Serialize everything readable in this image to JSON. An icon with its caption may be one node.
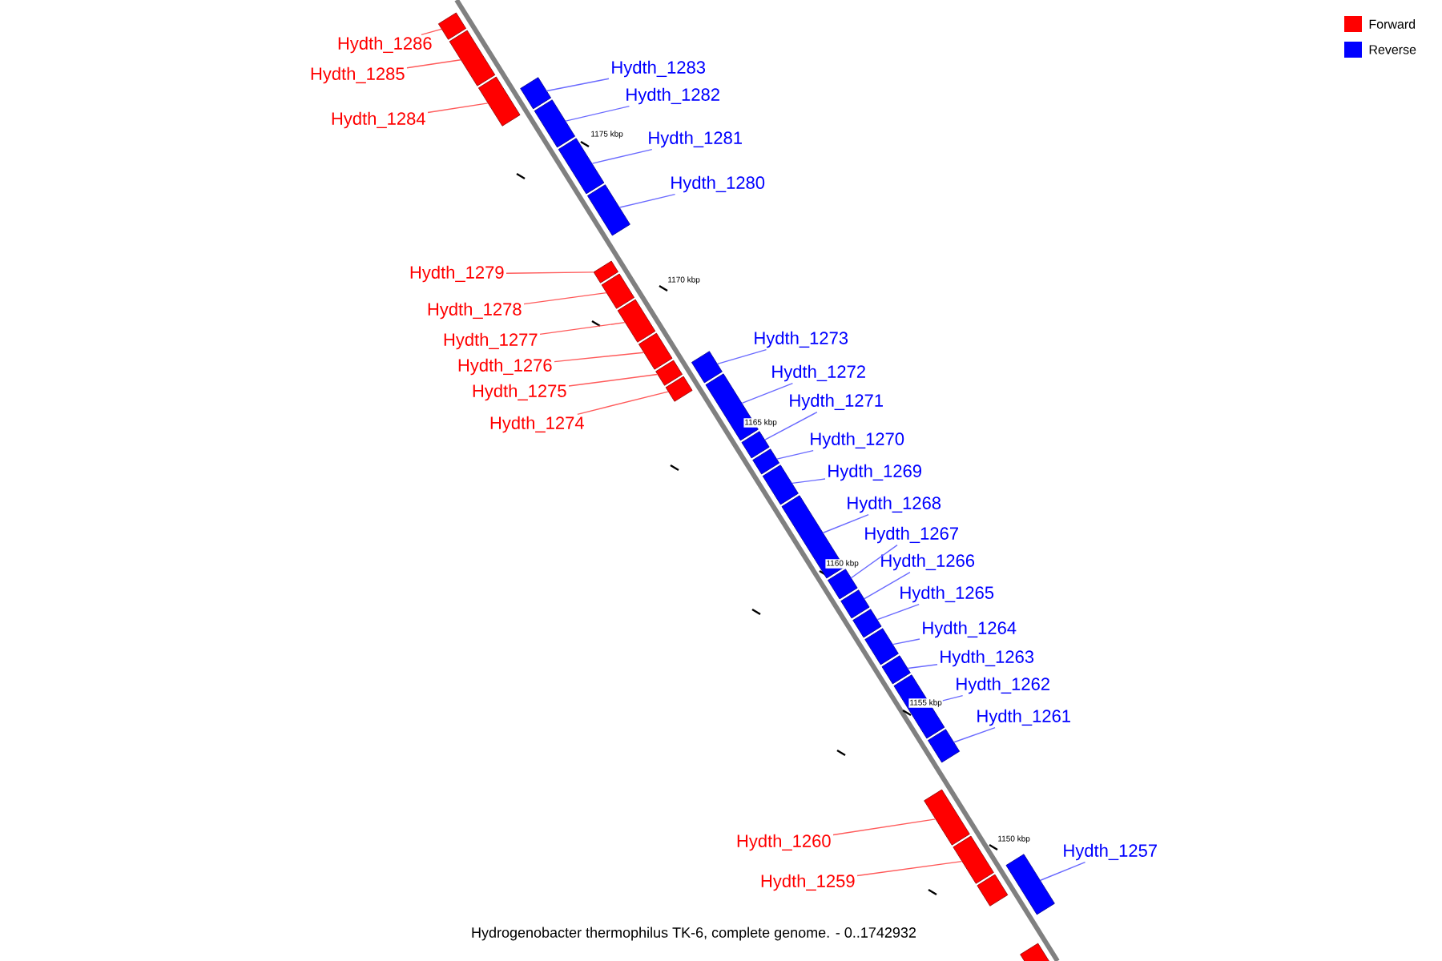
{
  "diagram": {
    "title": "Hydrogenobacter thermophilus TK-6, complete genome. - 0..1742932",
    "nodes": [
      {
        "text": [
          "Hydth_1286"
        ]
      },
      {
        "text": [],
        "shape": "box"
      },
      {
        "text": [
          "Hydth_1285"
        ]
      },
      {
        "text": [],
        "shape": "box"
      },
      {
        "text": [
          "Hydth_1283"
        ]
      },
      {
        "text": [],
        "shape": "box"
      },
      {
        "text": [
          "Hydth_1284"
        ]
      },
      {
        "text": [],
        "shape": "box"
      },
      {
        "text": [
          "Hydth_1282"
        ]
      },
      {
        "text": [],
        "shape": "box"
      },
      {
        "text": [
          "Hydth_1281"
        ]
      },
      {
        "text": [],
        "shape": "box"
      },
      {
        "text": [
          "Hydth_1280"
        ]
      },
      {
        "text": [],
        "shape": "box"
      },
      {
        "text": [
          "Hydth_1279"
        ]
      },
      {
        "text": [],
        "shape": "box"
      },
      {
        "text": [
          "Hydth_1278"
        ]
      },
      {
        "text": [],
        "shape": "box"
      },
      {
        "text": [
          "Hydth_1277"
        ]
      },
      {
        "text": [],
        "shape": "box"
      },
      {
        "text": [
          "Hydth_1276"
        ]
      },
      {
        "text": [],
        "shape": "box"
      },
      {
        "text": [
          "Hydth_1273"
        ]
      },
      {
        "text": [],
        "shape": "box"
      },
      {
        "text": [
          "Hydth_1275"
        ]
      },
      {
        "text": [],
        "shape": "box"
      },
      {
        "text": [
          "Hydth_1274"
        ]
      },
      {
        "text": [],
        "shape": "box"
      },
      {
        "text": [
          "Hydth_1272"
        ]
      },
      {
        "text": [],
        "shape": "box"
      },
      {
        "text": [
          "Hydth_1271"
        ]
      },
      {
        "text": [],
        "shape": "box"
      },
      {
        "text": [
          "Hydth_1270"
        ]
      },
      {
        "text": [],
        "shape": "box"
      },
      {
        "text": [
          "Hydth_1269"
        ]
      },
      {
        "text": [],
        "shape": "box"
      },
      {
        "text": [
          "Hydth_1268"
        ]
      },
      {
        "text": [],
        "shape": "box"
      },
      {
        "text": [
          "Hydth_1267"
        ]
      },
      {
        "text": [],
        "shape": "box"
      },
      {
        "text": [
          "Hydth_1266"
        ]
      },
      {
        "text": [],
        "shape": "box"
      },
      {
        "text": [
          "Hydth_1265"
        ]
      },
      {
        "text": [],
        "shape": "box"
      },
      {
        "text": [
          "Hydth_1264"
        ]
      },
      {
        "text": [],
        "shape": "box"
      },
      {
        "text": [
          "Hydth_1263"
        ]
      },
      {
        "text": [],
        "shape": "box"
      },
      {
        "text": [
          "Hydth_1262"
        ]
      },
      {
        "text": [],
        "shape": "box"
      },
      {
        "text": [
          "Hydth_1261"
        ]
      },
      {
        "text": [],
        "shape": "box"
      },
      {
        "text": [
          "Hydth_1260"
        ]
      },
      {
        "text": [],
        "shape": "box"
      },
      {
        "text": [
          "Hydth_1259"
        ]
      },
      {
        "text": [],
        "shape": "box"
      },
      {
        "text": [],
        "shape": "box"
      },
      {
        "text": [
          "Hydth_1257"
        ]
      },
      {
        "text": [],
        "shape": "box"
      },
      {
        "text": [],
        "shape": "box"
      }
    ],
    "edges": [
      {
        "from": 0,
        "to": 1,
        "arrow": "none",
        "color": "#ff5a5a"
      },
      {
        "from": 2,
        "to": 3,
        "arrow": "none",
        "color": "#ff5a5a"
      },
      {
        "from": 4,
        "to": 5,
        "arrow": "none"
      },
      {
        "from": 6,
        "to": 7,
        "arrow": "none",
        "color": "#ff5a5a"
      },
      {
        "from": 8,
        "to": 9,
        "arrow": "none"
      },
      {
        "from": 10,
        "to": 11,
        "arrow": "none"
      },
      {
        "from": 12,
        "to": 13,
        "arrow": "none"
      },
      {
        "from": 14,
        "to": 15,
        "arrow": "none",
        "color": "#ff5a5a"
      },
      {
        "from": 16,
        "to": 17,
        "arrow": "none",
        "color": "#ff5a5a"
      },
      {
        "from": 18,
        "to": 19,
        "arrow": "none",
        "color": "#ff5a5a"
      },
      {
        "from": 20,
        "to": 21,
        "arrow": "none",
        "color": "#ff5a5a"
      },
      {
        "from": 22,
        "to": 23,
        "arrow": "none"
      },
      {
        "from": 24,
        "to": 25,
        "arrow": "none",
        "color": "#ff5a5a"
      },
      {
        "from": 26,
        "to": 27,
        "arrow": "none",
        "color": "#ff5a5a"
      },
      {
        "from": 28,
        "to": 29,
        "arrow": "none"
      },
      {
        "from": 30,
        "to": 31,
        "arrow": "none"
      },
      {
        "from": 32,
        "to": 33,
        "arrow": "none"
      },
      {
        "from": 34,
        "to": 35,
        "arrow": "none"
      },
      {
        "from": 36,
        "to": 37,
        "arrow": "none"
      },
      {
        "from": 38,
        "to": 39,
        "arrow": "none"
      },
      {
        "from": 40,
        "to": 41,
        "arrow": "none"
      },
      {
        "from": 42,
        "to": 43,
        "arrow": "none"
      },
      {
        "from": 44,
        "to": 45,
        "arrow": "none"
      },
      {
        "from": 46,
        "to": 47,
        "arrow": "none"
      },
      {
        "from": 48,
        "to": 49,
        "arrow": "none"
      },
      {
        "from": 50,
        "to": 51,
        "arrow": "none"
      },
      {
        "from": 52,
        "to": 53,
        "arrow": "none",
        "color": "#ff5a5a"
      },
      {
        "from": 54,
        "to": 55,
        "arrow": "none",
        "color": "#ff5a5a"
      },
      {
        "from": 57,
        "to": 58,
        "arrow": "none"
      }
    ],
    "labels": [
      "1175 kbp",
      "1170 kbp",
      "1165 kbp",
      "1160 kbp",
      "1155 kbp",
      "1150 kbp"
    ],
    "legend": [
      {
        "text": "Forward",
        "color": "#ff0000"
      },
      {
        "text": "Reverse",
        "color": "#0000ff"
      }
    ]
  }
}
